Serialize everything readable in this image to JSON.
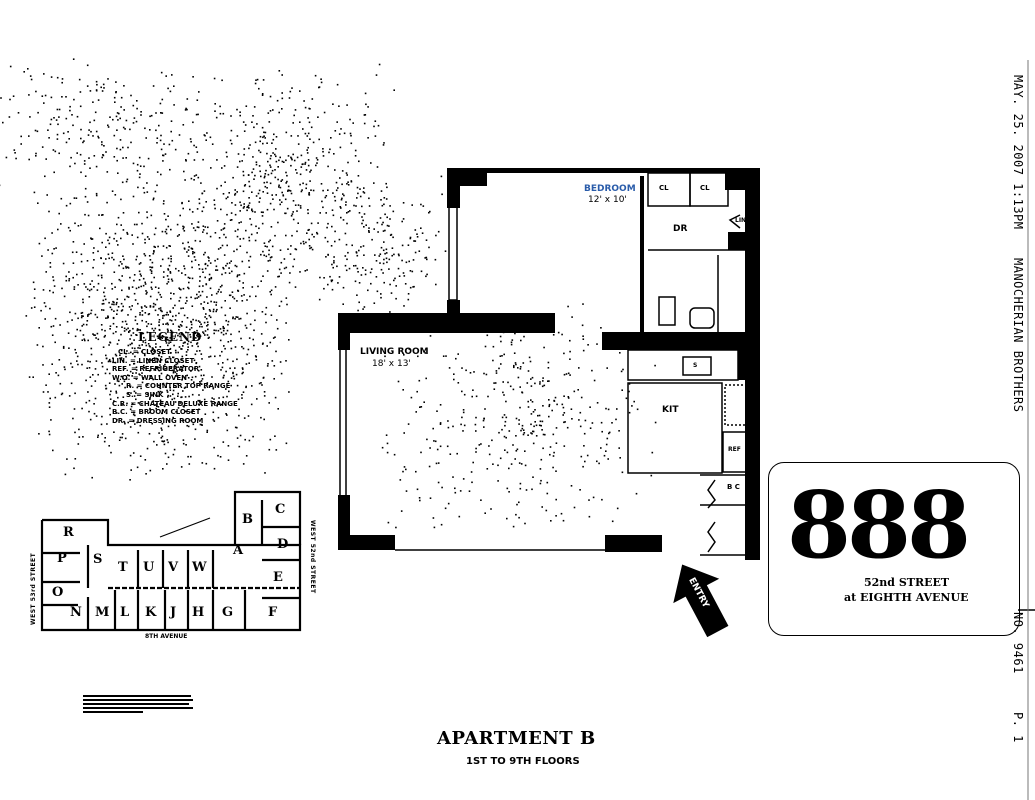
{
  "fax_header": {
    "timestamp": "MAY. 25. 2007  1:13PM",
    "sender": "MANOCHERIAN BROTHERS",
    "fax_number": "NO. 9461",
    "page": "P. 1"
  },
  "floor_plan": {
    "rooms": [
      {
        "name": "BEDROOM",
        "size": "12' x 10'"
      },
      {
        "name": "LIVING ROOM",
        "size": "18' x 13'"
      },
      {
        "name": "KIT",
        "size": ""
      }
    ],
    "small_labels": {
      "closet1": "CL",
      "closet2": "CL",
      "linen": "LIN.",
      "dressing": "DR",
      "sink": "S",
      "broom": "B C",
      "ref": "REF"
    },
    "entry_label": "ENTRY"
  },
  "legend": {
    "title": "LEGEND",
    "items": [
      "CL. = CLOSET",
      "LIN. = LINEN CLOSET",
      "REF. = REFRIGERATOR",
      "W.O. = WALL OVEN",
      "R. = COUNTER TOP RANGE",
      "S. = SINK",
      "C.R. = CHATEAU DELUXE RANGE",
      "B.C. = BROOM CLOSET",
      "DR. = DRESSING ROOM"
    ]
  },
  "key_plan": {
    "units": [
      "R",
      "P",
      "O",
      "N",
      "S",
      "T",
      "U",
      "V",
      "W",
      "M",
      "L",
      "K",
      "J",
      "H",
      "G",
      "A",
      "B",
      "C",
      "D",
      "E",
      "F"
    ],
    "streets": {
      "bottom": "8TH AVENUE",
      "left": "WEST 53rd STREET",
      "right": "WEST 52nd STREET"
    }
  },
  "building": {
    "number": "888",
    "street": "52nd STREET",
    "cross": "at EIGHTH AVENUE"
  },
  "footer": {
    "title": "APARTMENT B",
    "floors": "1ST TO 9TH FLOORS"
  },
  "colors": {
    "ink": "#000000",
    "paper": "#ffffff",
    "highlight": "#2a5caa"
  }
}
